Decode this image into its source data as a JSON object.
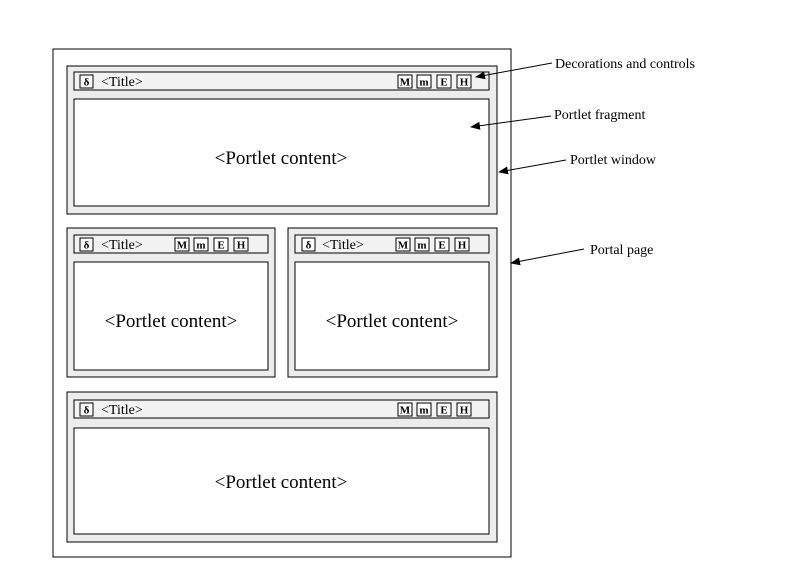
{
  "portlet": {
    "title": "<Title>",
    "content": "<Portlet content>",
    "icon_glyph": "δ",
    "controls": [
      "M",
      "m",
      "E",
      "H"
    ]
  },
  "labels": {
    "decorations": "Decorations and controls",
    "fragment": "Portlet fragment",
    "window": "Portlet window",
    "page": "Portal page"
  },
  "colors": {
    "window_fill": "#ececec",
    "title_bar_fill": "#f2f2f2",
    "content_fill": "#ffffff",
    "stroke": "#000000"
  }
}
